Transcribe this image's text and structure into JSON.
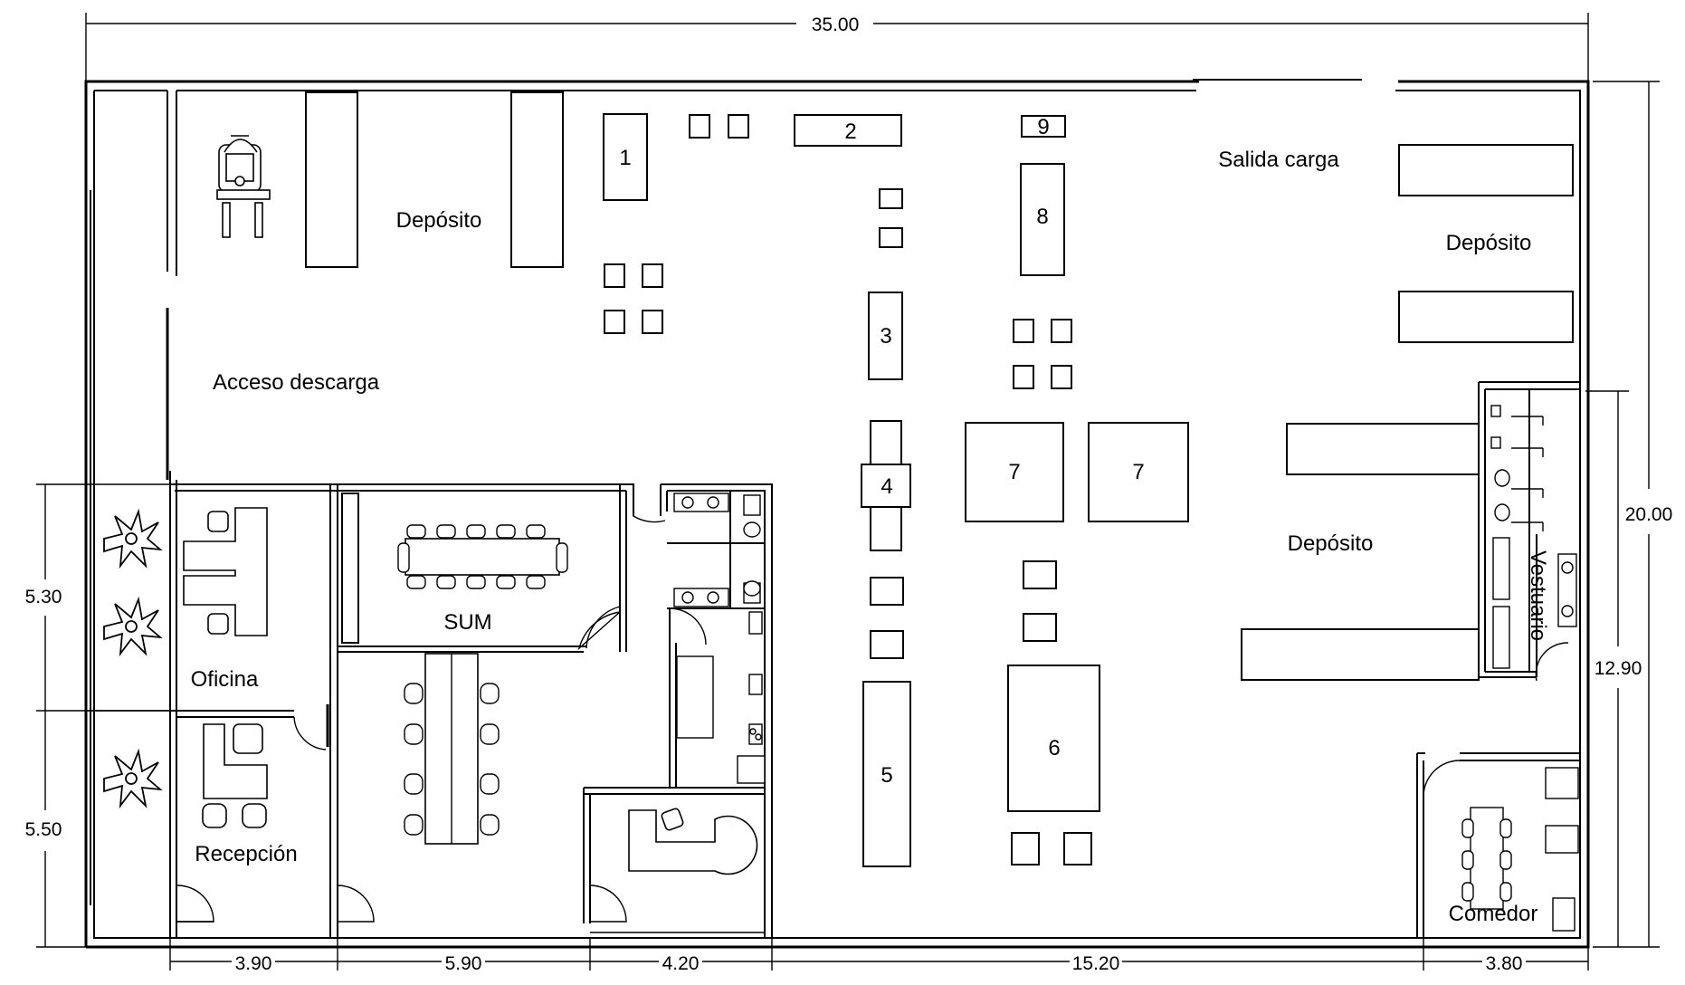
{
  "rooms": {
    "deposito_1": "Depósito",
    "deposito_2": "Depósito",
    "deposito_3": "Depósito",
    "acceso": "Acceso descarga",
    "salida": "Salida carga",
    "sum": "SUM",
    "oficina": "Oficina",
    "recepcion": "Recepción",
    "vestuario": "Vestuario",
    "comedor": "Comedor"
  },
  "machines": {
    "m1": "1",
    "m2": "2",
    "m3": "3",
    "m4": "4",
    "m5": "5",
    "m6": "6",
    "m7a": "7",
    "m7b": "7",
    "m8": "8",
    "m9": "9"
  },
  "dimensions": {
    "total_width": "35.00",
    "total_height": "20.00",
    "right_partial": "12.90",
    "left_upper": "5.30",
    "left_lower": "5.50",
    "bottom": [
      "3.90",
      "5.90",
      "4.20",
      "15.20",
      "3.80"
    ]
  }
}
